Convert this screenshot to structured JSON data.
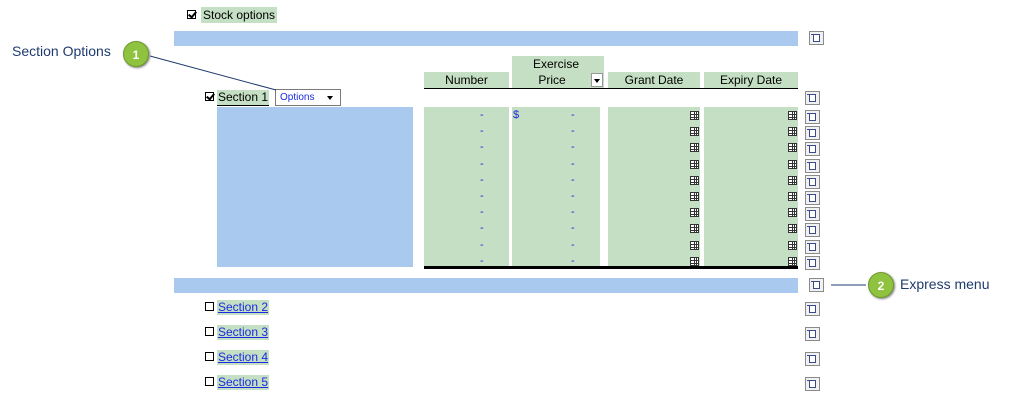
{
  "stock": {
    "label": "Stock options",
    "checked": true
  },
  "columns": {
    "number": "Number",
    "exercise_price_line1": "Exercise",
    "exercise_price_line2": "Price",
    "grant_date": "Grant Date",
    "expiry_date": "Expiry Date"
  },
  "section1": {
    "label": "Section 1",
    "checked": true,
    "options_label": "Options",
    "currency": "$",
    "rows": 10,
    "empty_value": "-"
  },
  "sections": [
    {
      "label": "Section 2",
      "checked": false
    },
    {
      "label": "Section 3",
      "checked": false
    },
    {
      "label": "Section 4",
      "checked": false
    },
    {
      "label": "Section 5",
      "checked": false
    }
  ],
  "callouts": [
    {
      "number": "1",
      "text": "Section Options"
    },
    {
      "number": "2",
      "text": "Express menu"
    }
  ],
  "colors": {
    "green_cell": "#c4dfc4",
    "blue_band": "#a9c9ef",
    "link": "#1a2be0",
    "callout": "#8fc23f"
  }
}
